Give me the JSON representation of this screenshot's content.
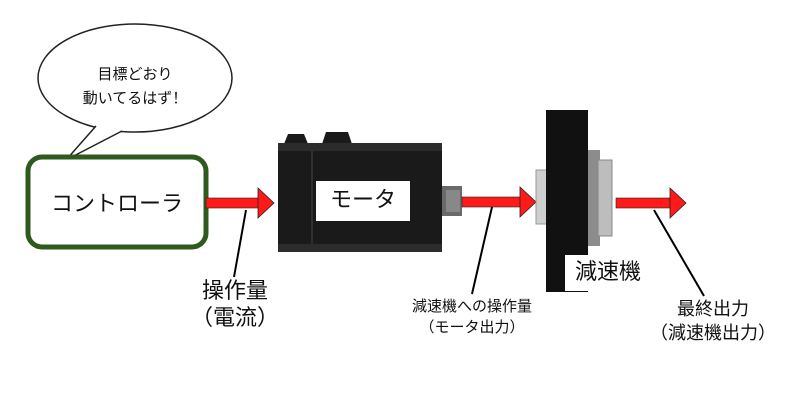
{
  "bubble": {
    "line1": "目標どおり",
    "line2": "動いてるはず！"
  },
  "controller": {
    "label": "コントローラ"
  },
  "motor": {
    "label": "モータ"
  },
  "reducer": {
    "label": "減速機"
  },
  "labels": {
    "command_line1": "操作量",
    "command_line2": "（電流）",
    "motor_output_line1": "減速機への操作量",
    "motor_output_line2": "（モータ出力）",
    "final_output_line1": "最終出力",
    "final_output_line2": "（減速機出力）"
  },
  "colors": {
    "arrow": "#ff1a1a",
    "controller_border": "#2f5a1e",
    "motor_body": "#1a1a1a",
    "reducer_body": "#111111"
  }
}
